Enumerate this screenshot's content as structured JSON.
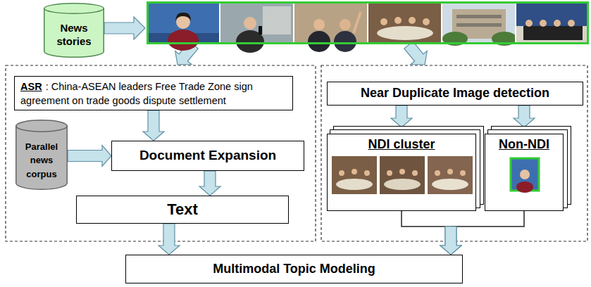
{
  "diagram": {
    "nodes": [
      {
        "text": [
          "News stories"
        ]
      },
      {
        "text": [
          "ASR",
          ": China-ASEAN leaders Free Trade Zone sign agreement on trade goods dispute settlement"
        ]
      },
      {
        "text": [
          "Parallel news corpus"
        ]
      },
      {
        "text": [
          "Document Expansion"
        ]
      },
      {
        "text": [
          "Text"
        ]
      },
      {
        "text": [
          "Near Duplicate Image detection"
        ]
      },
      {
        "text": [
          "NDI cluster"
        ]
      },
      {
        "text": [
          "Non-NDI"
        ]
      },
      {
        "text": [
          "Multimodal Topic Modeling"
        ]
      }
    ],
    "edges": [
      {
        "from": 1,
        "to": 3,
        "arrow": "to"
      },
      {
        "from": 2,
        "to": 3,
        "arrow": "to"
      },
      {
        "from": 3,
        "to": 4,
        "arrow": "to"
      },
      {
        "from": 4,
        "to": 8,
        "arrow": "to"
      },
      {
        "from": 5,
        "to": 6,
        "arrow": "to"
      },
      {
        "from": 5,
        "to": 7,
        "arrow": "to"
      },
      {
        "from": 6,
        "to": 8,
        "arrow": "to"
      },
      {
        "from": 7,
        "to": 8,
        "arrow": "to"
      }
    ]
  }
}
